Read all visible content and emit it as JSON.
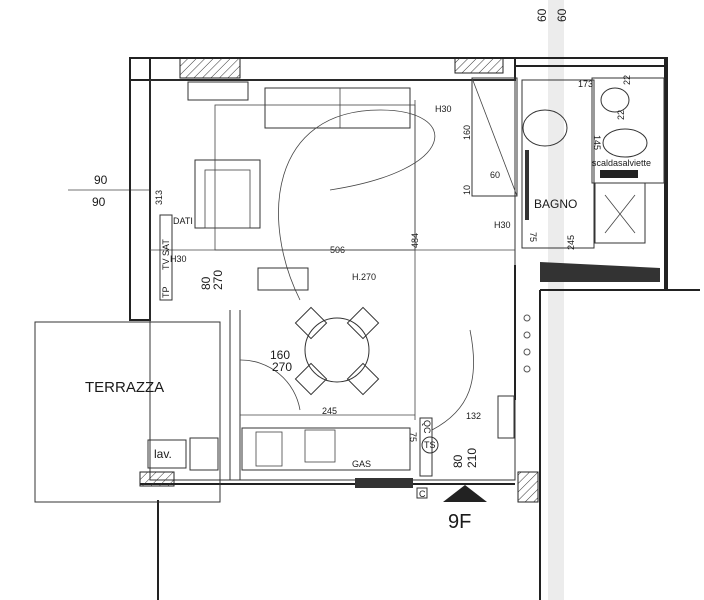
{
  "plan": {
    "dims_top": [
      "60",
      "60"
    ],
    "dims_left": [
      "90",
      "90"
    ],
    "living": {
      "wall_length": "313",
      "width": "506",
      "depth": "484",
      "height": "H.270",
      "window": [
        "80",
        "270"
      ],
      "door": [
        "160",
        "270"
      ]
    },
    "sockets": {
      "data": "DATI",
      "tv_sat": "TV SAT",
      "tp": "TP",
      "h30": "H30"
    },
    "wardrobe": {
      "length": "160",
      "depth": "60",
      "gap": "10"
    },
    "bathroom": {
      "label": "BAGNO",
      "door_width": "75",
      "length": "245",
      "width": "173",
      "fixture_span": "145",
      "spacing": "22",
      "towel_warmer": "scaldasalviette"
    },
    "kitchen": {
      "length": "245",
      "depth": "75",
      "gas": "GAS",
      "panel_qc": "QC",
      "panel_ts": "TS",
      "entry_width": "132"
    },
    "entrance": {
      "door": [
        "80",
        "210"
      ],
      "marker": "9F",
      "column": "C"
    },
    "terrace": {
      "label": "TERRAZZA",
      "laundry": "lav."
    }
  }
}
